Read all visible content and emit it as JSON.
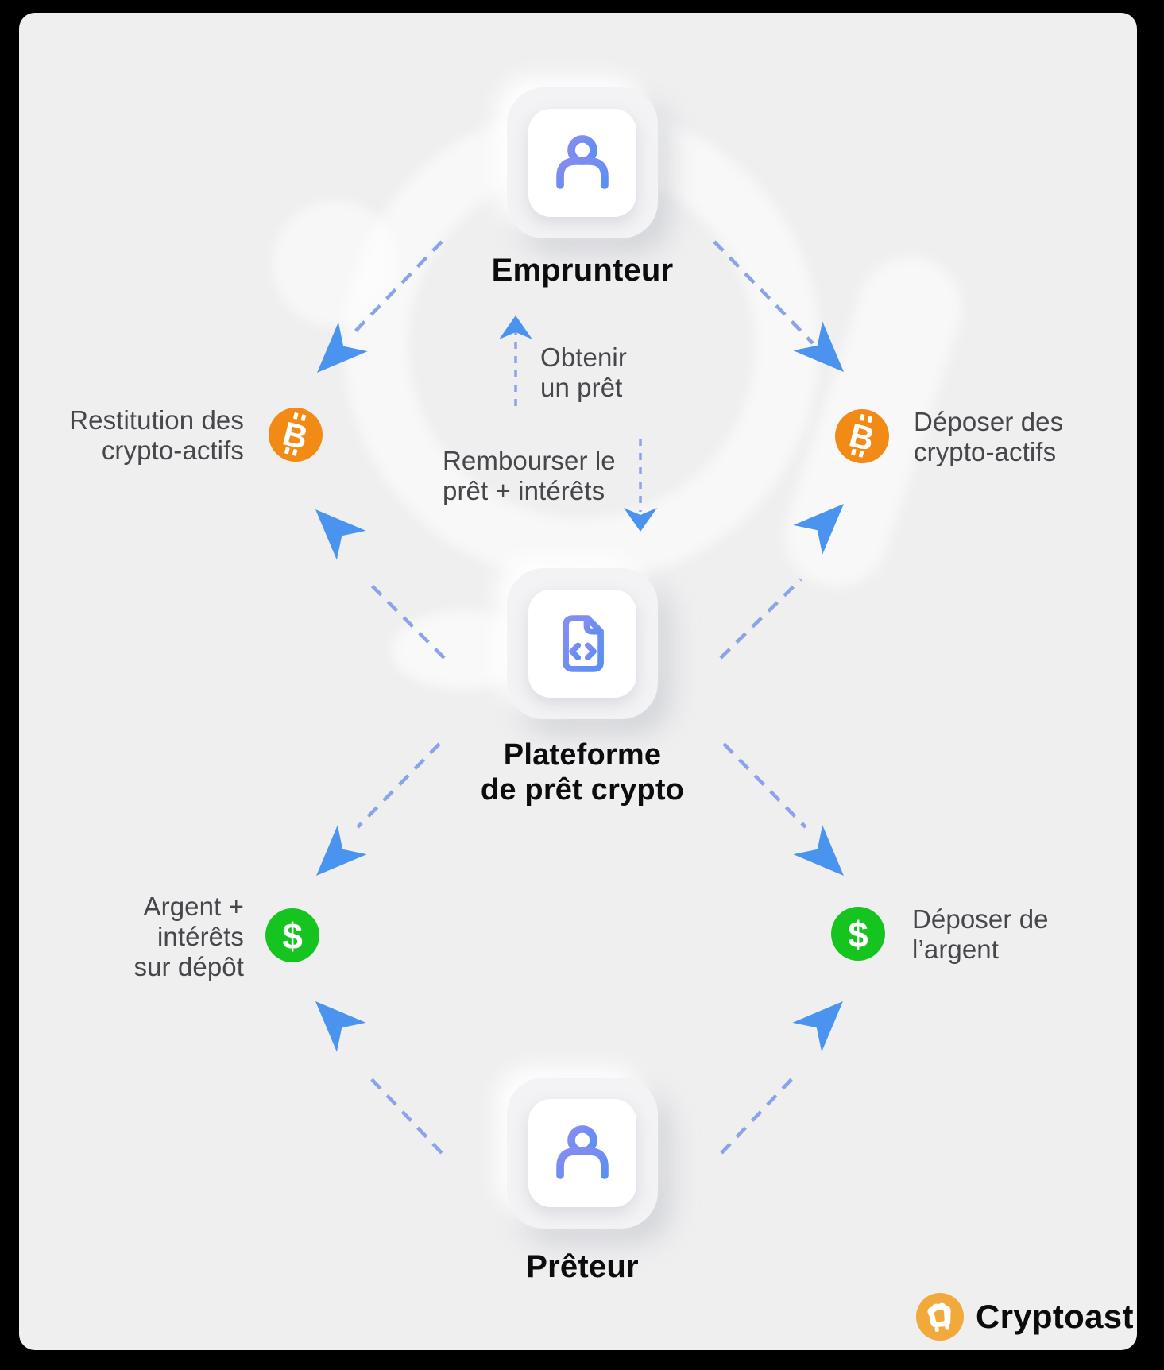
{
  "nodes": {
    "borrower": {
      "label": "Emprunteur",
      "icon": "user-icon"
    },
    "platform": {
      "label_line1": "Plateforme",
      "label_line2": "de prêt crypto",
      "icon": "code-document-icon"
    },
    "lender": {
      "label": "Prêteur",
      "icon": "user-icon"
    }
  },
  "flows": {
    "get_loan": {
      "line1": "Obtenir",
      "line2": "un prêt"
    },
    "repay_loan": {
      "line1": "Rembourser le",
      "line2": "prêt + intérêts"
    },
    "restitution_crypto": {
      "line1": "Restitution des",
      "line2": "crypto-actifs",
      "icon": "bitcoin-icon"
    },
    "deposit_crypto": {
      "line1": "Déposer des",
      "line2": "crypto-actifs",
      "icon": "bitcoin-icon"
    },
    "money_plus_interest": {
      "line1": "Argent +",
      "line2": "intérêts",
      "line3": "sur dépôt",
      "icon": "dollar-icon"
    },
    "deposit_money": {
      "line1": "Déposer de",
      "line2": "l’argent",
      "icon": "dollar-icon"
    }
  },
  "brand": {
    "name": "Cryptoast",
    "icon": "toast-icon"
  },
  "colors": {
    "bitcoin_orange": "#F18B15",
    "dollar_green": "#16C41F",
    "arrow_blue": "#4A94F0",
    "dash_blue": "#8AA3E9",
    "icon_blue_start": "#868CF1",
    "icon_blue_end": "#5A8FF3",
    "panel_bg": "#EFEFF0",
    "card_bg": "#F3F3F5",
    "text_dark": "#0C0C0E",
    "text_gray": "#45474B",
    "brand_amber": "#F2A93B",
    "frame_black": "#000000"
  }
}
